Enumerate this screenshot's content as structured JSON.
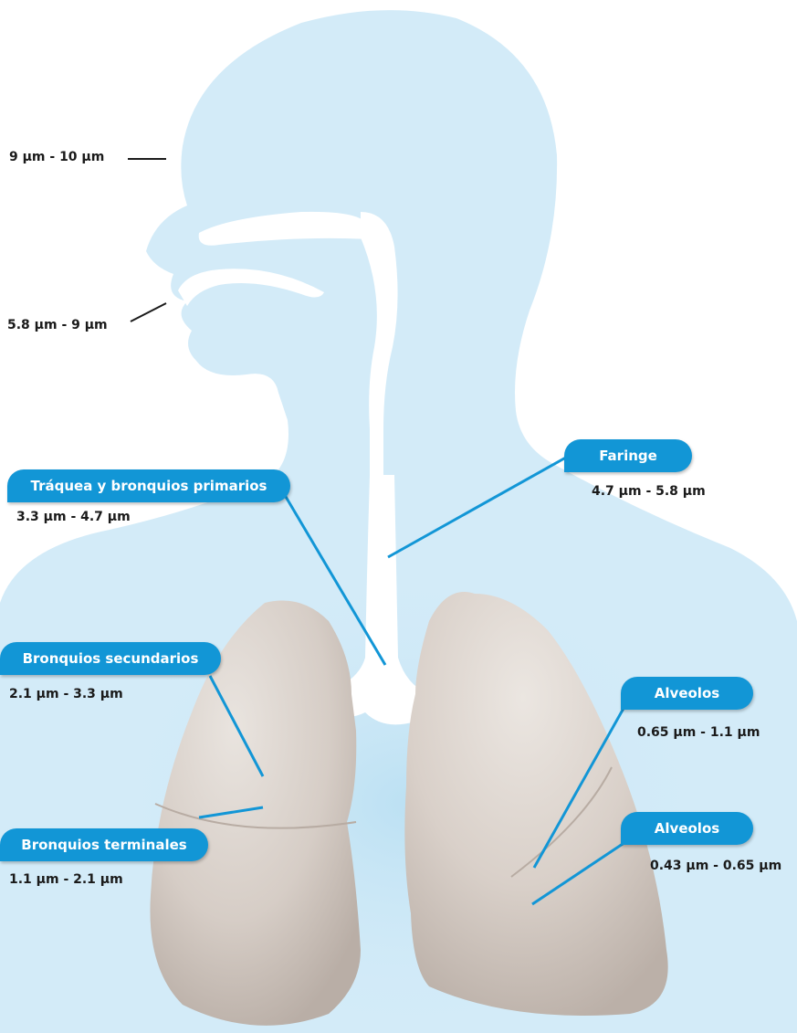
{
  "colors": {
    "body_silhouette": "#d3ebf8",
    "airway": "#ffffff",
    "lung": "#d8d0c9",
    "accent": "#1296d6",
    "text": "#1a1a1a"
  },
  "labels": {
    "traquea": "Tráquea y bronquios primarios",
    "faringe": "Faringe",
    "bronquios_secundarios": "Bronquios secundarios",
    "bronquios_terminales": "Bronquios terminales",
    "alveolos_1": "Alveolos",
    "alveolos_2": "Alveolos"
  },
  "ranges": {
    "nasal": "9 µm - 10 µm",
    "oral": "5.8 µm - 9 µm",
    "traquea": "3.3 µm - 4.7 µm",
    "faringe": "4.7 µm - 5.8 µm",
    "bronquios_secundarios": "2.1 µm - 3.3 µm",
    "bronquios_terminales": "1.1 µm - 2.1 µm",
    "alveolos_1": "0.65 µm - 1.1 µm",
    "alveolos_2": "0.43 µm - 0.65 µm"
  }
}
